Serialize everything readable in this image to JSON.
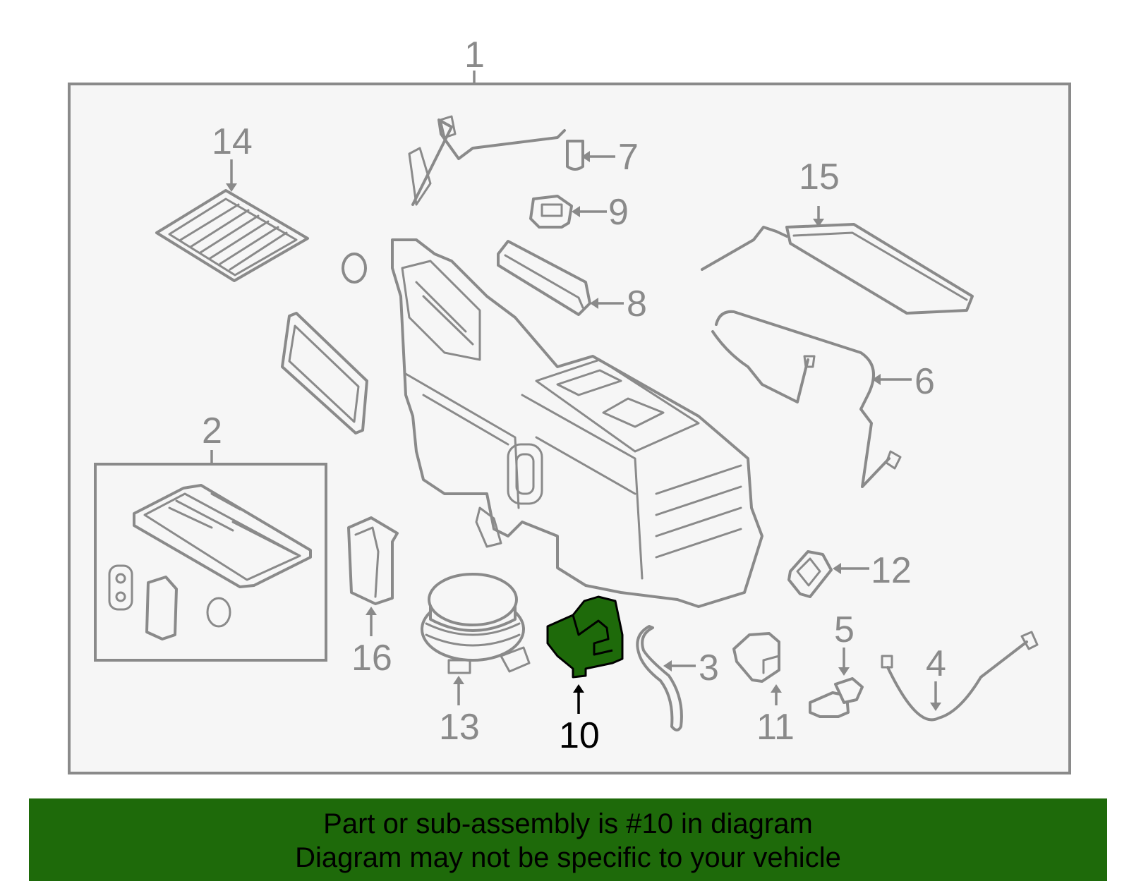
{
  "diagram": {
    "highlight_color": "#1e6a0a",
    "line_color": "#8a8a8a",
    "background": "#f6f6f6",
    "highlighted_part": "10",
    "callouts": {
      "c1": "1",
      "c2": "2",
      "c3": "3",
      "c4": "4",
      "c5": "5",
      "c6": "6",
      "c7": "7",
      "c8": "8",
      "c9": "9",
      "c10": "10",
      "c11": "11",
      "c12": "12",
      "c13": "13",
      "c14": "14",
      "c15": "15",
      "c16": "16"
    }
  },
  "banner": {
    "line1": "Part or sub-assembly is #10 in diagram",
    "line2": "Diagram may not be specific to your vehicle"
  }
}
